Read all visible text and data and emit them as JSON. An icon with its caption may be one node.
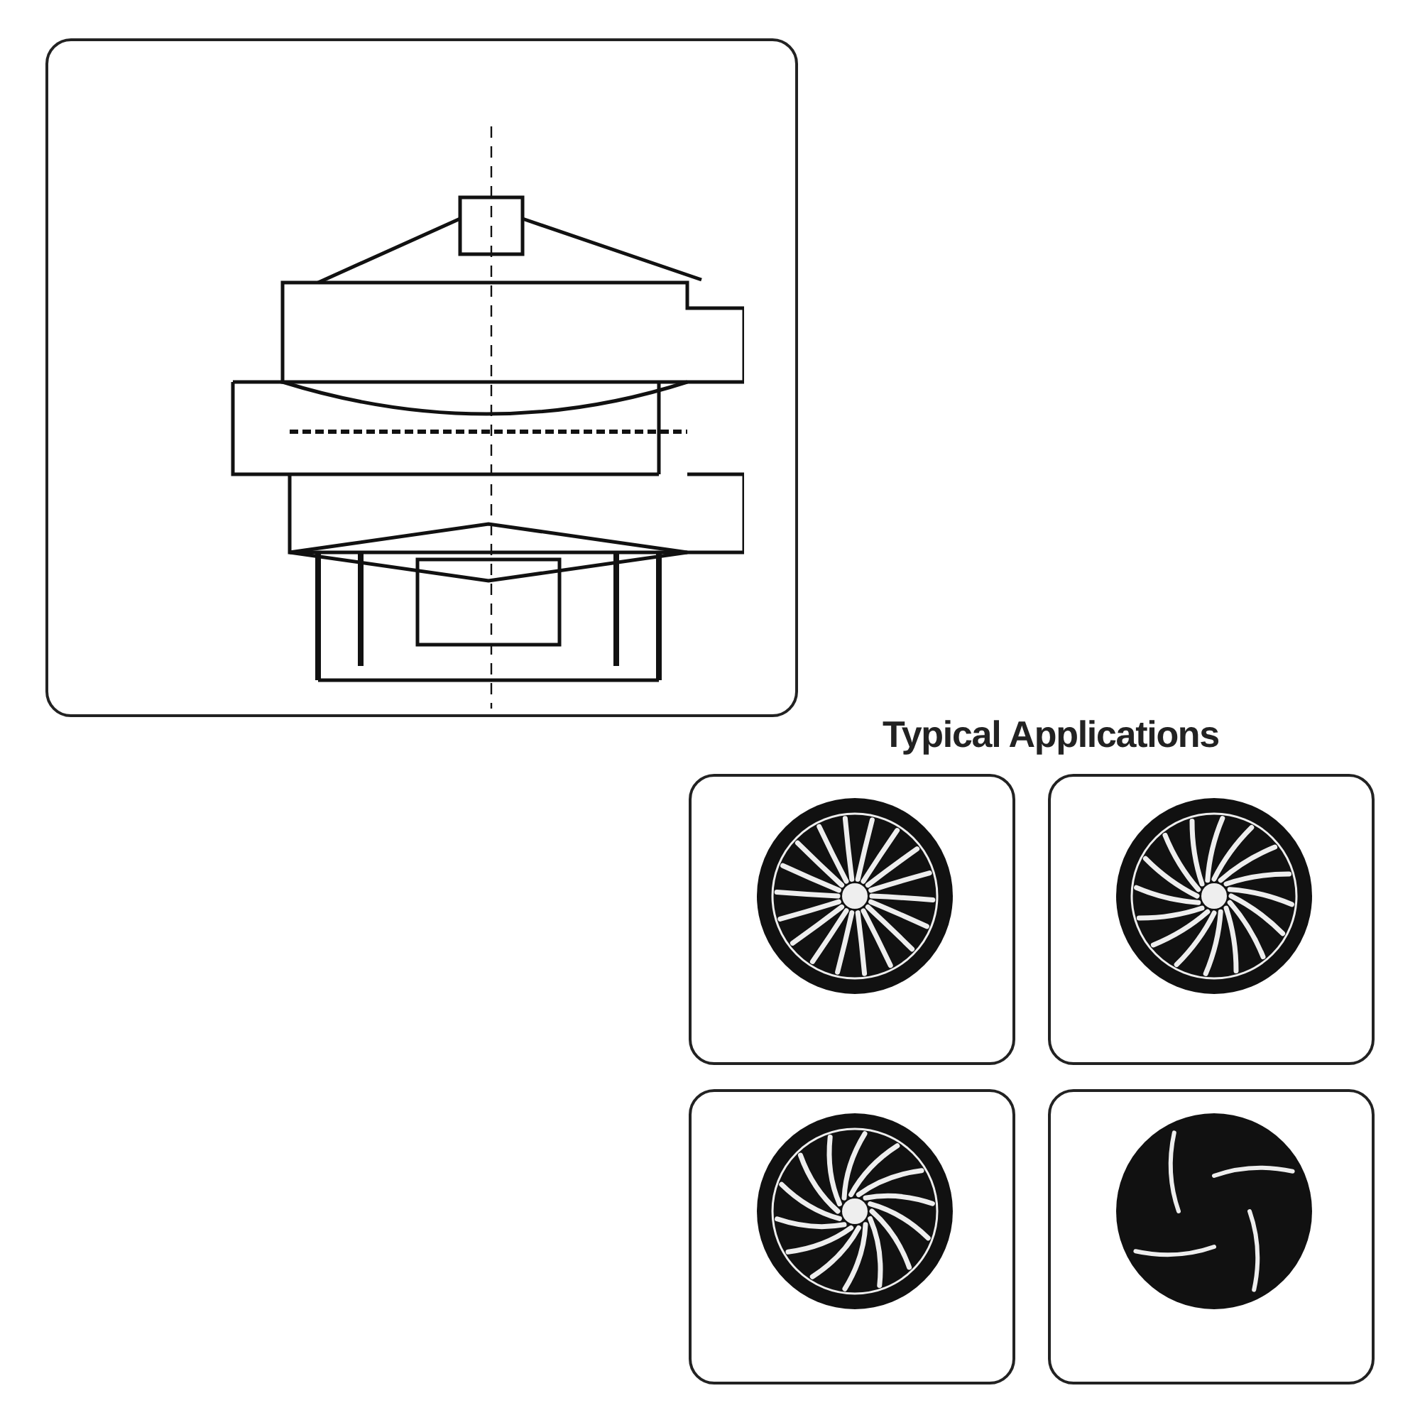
{
  "diagram": {
    "title": "Typical Applications",
    "nodes": [
      {
        "text": [],
        "shape": "box"
      },
      {
        "text": [],
        "shape": "box"
      },
      {
        "text": [],
        "shape": "box"
      },
      {
        "text": [],
        "shape": "box"
      },
      {
        "text": [],
        "shape": "box"
      }
    ]
  }
}
